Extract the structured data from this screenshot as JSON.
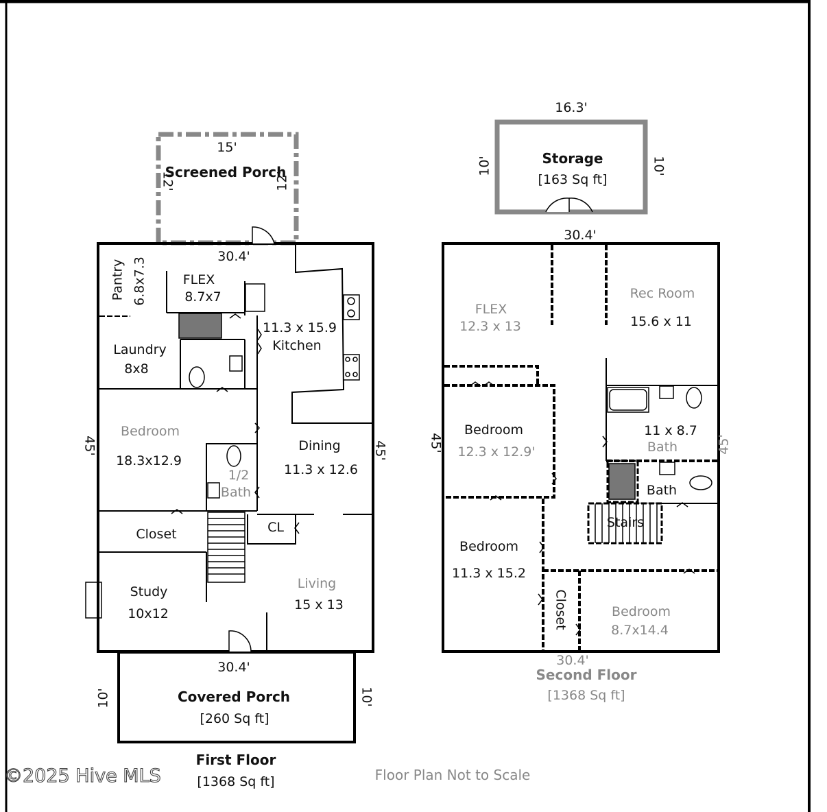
{
  "first_floor": {
    "title": "First Floor",
    "area": "[1368 Sq ft]",
    "dim_top": "30.4'",
    "dim_bottom": "30.4'",
    "dim_left": "45'",
    "dim_right": "45'",
    "screened_porch": {
      "name": "Screened Porch",
      "dim_top": "15'",
      "dim_left": "12'",
      "dim_right": "12'"
    },
    "covered_porch": {
      "name": "Covered Porch",
      "area": "[260 Sq ft]",
      "dim_left": "10'",
      "dim_right": "10'"
    },
    "rooms": {
      "pantry": {
        "name": "Pantry",
        "size": "6.8x7.3"
      },
      "flex": {
        "name": "FLEX",
        "size": "8.7x7"
      },
      "kitchen": {
        "size": "11.3 x 15.9",
        "name": "Kitchen"
      },
      "laundry": {
        "name": "Laundry",
        "size": "8x8"
      },
      "bedroom": {
        "name": "Bedroom",
        "size": "18.3x12.9"
      },
      "half_bath": {
        "name_a": "1/2",
        "name_b": "Bath"
      },
      "dining": {
        "name": "Dining",
        "size": "11.3 x 12.6"
      },
      "closet": {
        "name": "Closet"
      },
      "cl": {
        "name": "CL"
      },
      "study": {
        "name": "Study",
        "size": "10x12"
      },
      "living": {
        "name": "Living",
        "size": "15 x 13"
      }
    }
  },
  "second_floor": {
    "title": "Second Floor",
    "area": "[1368 Sq ft]",
    "dim_top": "30.4'",
    "dim_bottom": "30.4'",
    "dim_left": "45'",
    "dim_right": "45'",
    "storage": {
      "name": "Storage",
      "area": "[163 Sq ft]",
      "dim_top": "16.3'",
      "dim_left": "10'",
      "dim_right": "10'"
    },
    "rooms": {
      "flex": {
        "name": "FLEX",
        "size": "12.3 x 13"
      },
      "rec_room": {
        "name": "Rec  Room",
        "size": "15.6 x 11"
      },
      "bedroom_a": {
        "name": "Bedroom",
        "size": "12.3 x 12.9'"
      },
      "bath_a": {
        "size": "11 x 8.7",
        "name": "Bath"
      },
      "bath_b": {
        "name": "Bath"
      },
      "stairs": {
        "name": "Stairs"
      },
      "bedroom_b": {
        "name": "Bedroom",
        "size": "11.3 x 15.2"
      },
      "closet": {
        "name": "Closet"
      },
      "bedroom_c": {
        "name": "Bedroom",
        "size": "8.7x14.4"
      }
    }
  },
  "watermark": "©2025 Hive MLS",
  "footer_note": "Floor Plan Not to Scale"
}
